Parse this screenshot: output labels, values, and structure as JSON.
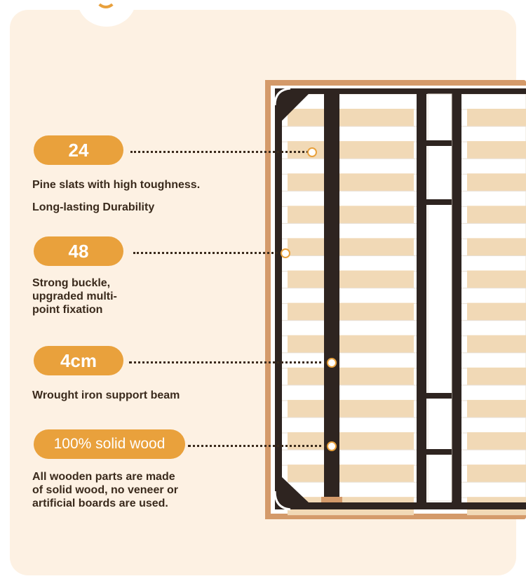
{
  "features": [
    {
      "badge": "24",
      "lines": [
        "Pine slats with high toughness.",
        "Long-lasting Durability"
      ]
    },
    {
      "badge": "48",
      "lines": [
        "Strong buckle,",
        "upgraded multi-",
        "point fixation"
      ]
    },
    {
      "badge": "4cm",
      "lines": [
        "Wrought iron support beam"
      ]
    },
    {
      "badge": "100% solid wood",
      "lines": [
        "All wooden parts are made",
        "of solid wood, no veneer or",
        "artificial boards are used."
      ]
    }
  ],
  "colors": {
    "background": "#fdf1e3",
    "accent": "#e9a13c",
    "slat": "#f1d9b6",
    "frame": "#d49a6a",
    "iron": "#2e2420",
    "text": "#3a2a1c"
  }
}
